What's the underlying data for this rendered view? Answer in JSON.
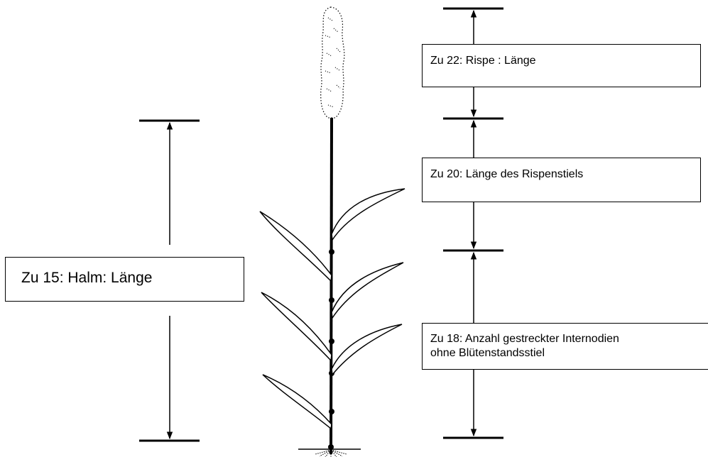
{
  "labels": {
    "panicle_length": "Zu 22: Rispe : Länge",
    "panicle_stalk_length": "Zu 20: Länge des Rispenstiels",
    "internodes": "Zu 18: Anzahl gestreckter Internodien\nohne Blütenstandsstiel",
    "culm_length": "Zu 15: Halm: Länge"
  },
  "colors": {
    "line": "#000000",
    "background": "#ffffff"
  }
}
